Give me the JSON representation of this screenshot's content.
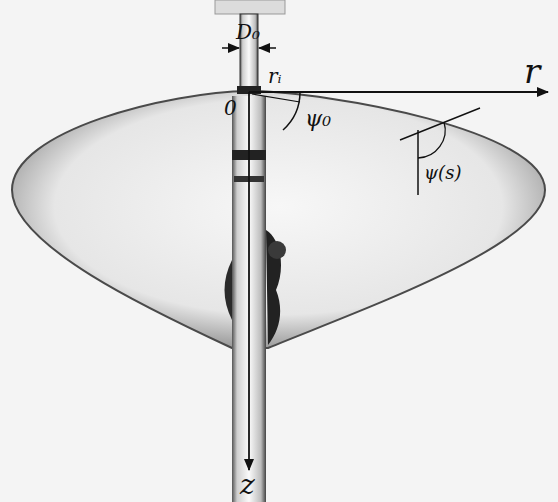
{
  "diagram": {
    "labels": [
      "D₀",
      "rᵢ",
      "0",
      "ψ₀",
      "ψ(s)",
      "r",
      "z"
    ]
  }
}
